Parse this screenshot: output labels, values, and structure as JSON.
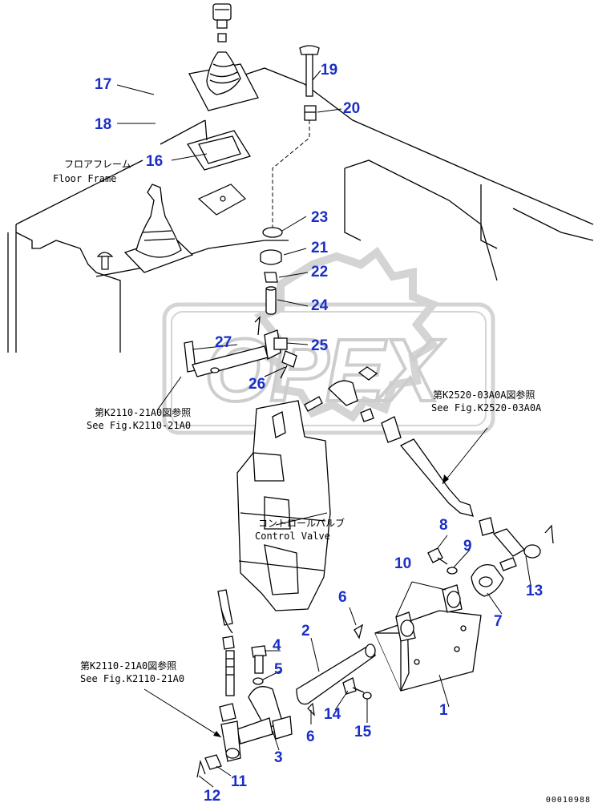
{
  "watermark": {
    "text": "OPEX",
    "color": "#c8c8c8"
  },
  "colors": {
    "callout": "#1a2fc7",
    "line": "#000000",
    "background": "#ffffff"
  },
  "callouts": {
    "c1": "1",
    "c2": "2",
    "c3": "3",
    "c4": "4",
    "c5": "5",
    "c6a": "6",
    "c6b": "6",
    "c7": "7",
    "c8": "8",
    "c9": "9",
    "c10": "10",
    "c11": "11",
    "c12": "12",
    "c13": "13",
    "c14": "14",
    "c15": "15",
    "c16": "16",
    "c17": "17",
    "c18": "18",
    "c19": "19",
    "c20": "20",
    "c21": "21",
    "c22": "22",
    "c23": "23",
    "c24": "24",
    "c25": "25",
    "c26": "26",
    "c27": "27"
  },
  "notes": {
    "floor_frame_jp": "フロアフレーム",
    "floor_frame_en": "Floor Frame",
    "ref_k2110_top_jp": "第K2110-21A0図参照",
    "ref_k2110_top_en": "See Fig.K2110-21A0",
    "ref_k2520_jp": "第K2520-03A0A図参照",
    "ref_k2520_en": "See Fig.K2520-03A0A",
    "control_valve_jp": "コントロールバルブ",
    "control_valve_en": "Control Valve",
    "ref_k2110_bottom_jp": "第K2110-21A0図参照",
    "ref_k2110_bottom_en": "See Fig.K2110-21A0"
  },
  "doc_id": "00010988"
}
